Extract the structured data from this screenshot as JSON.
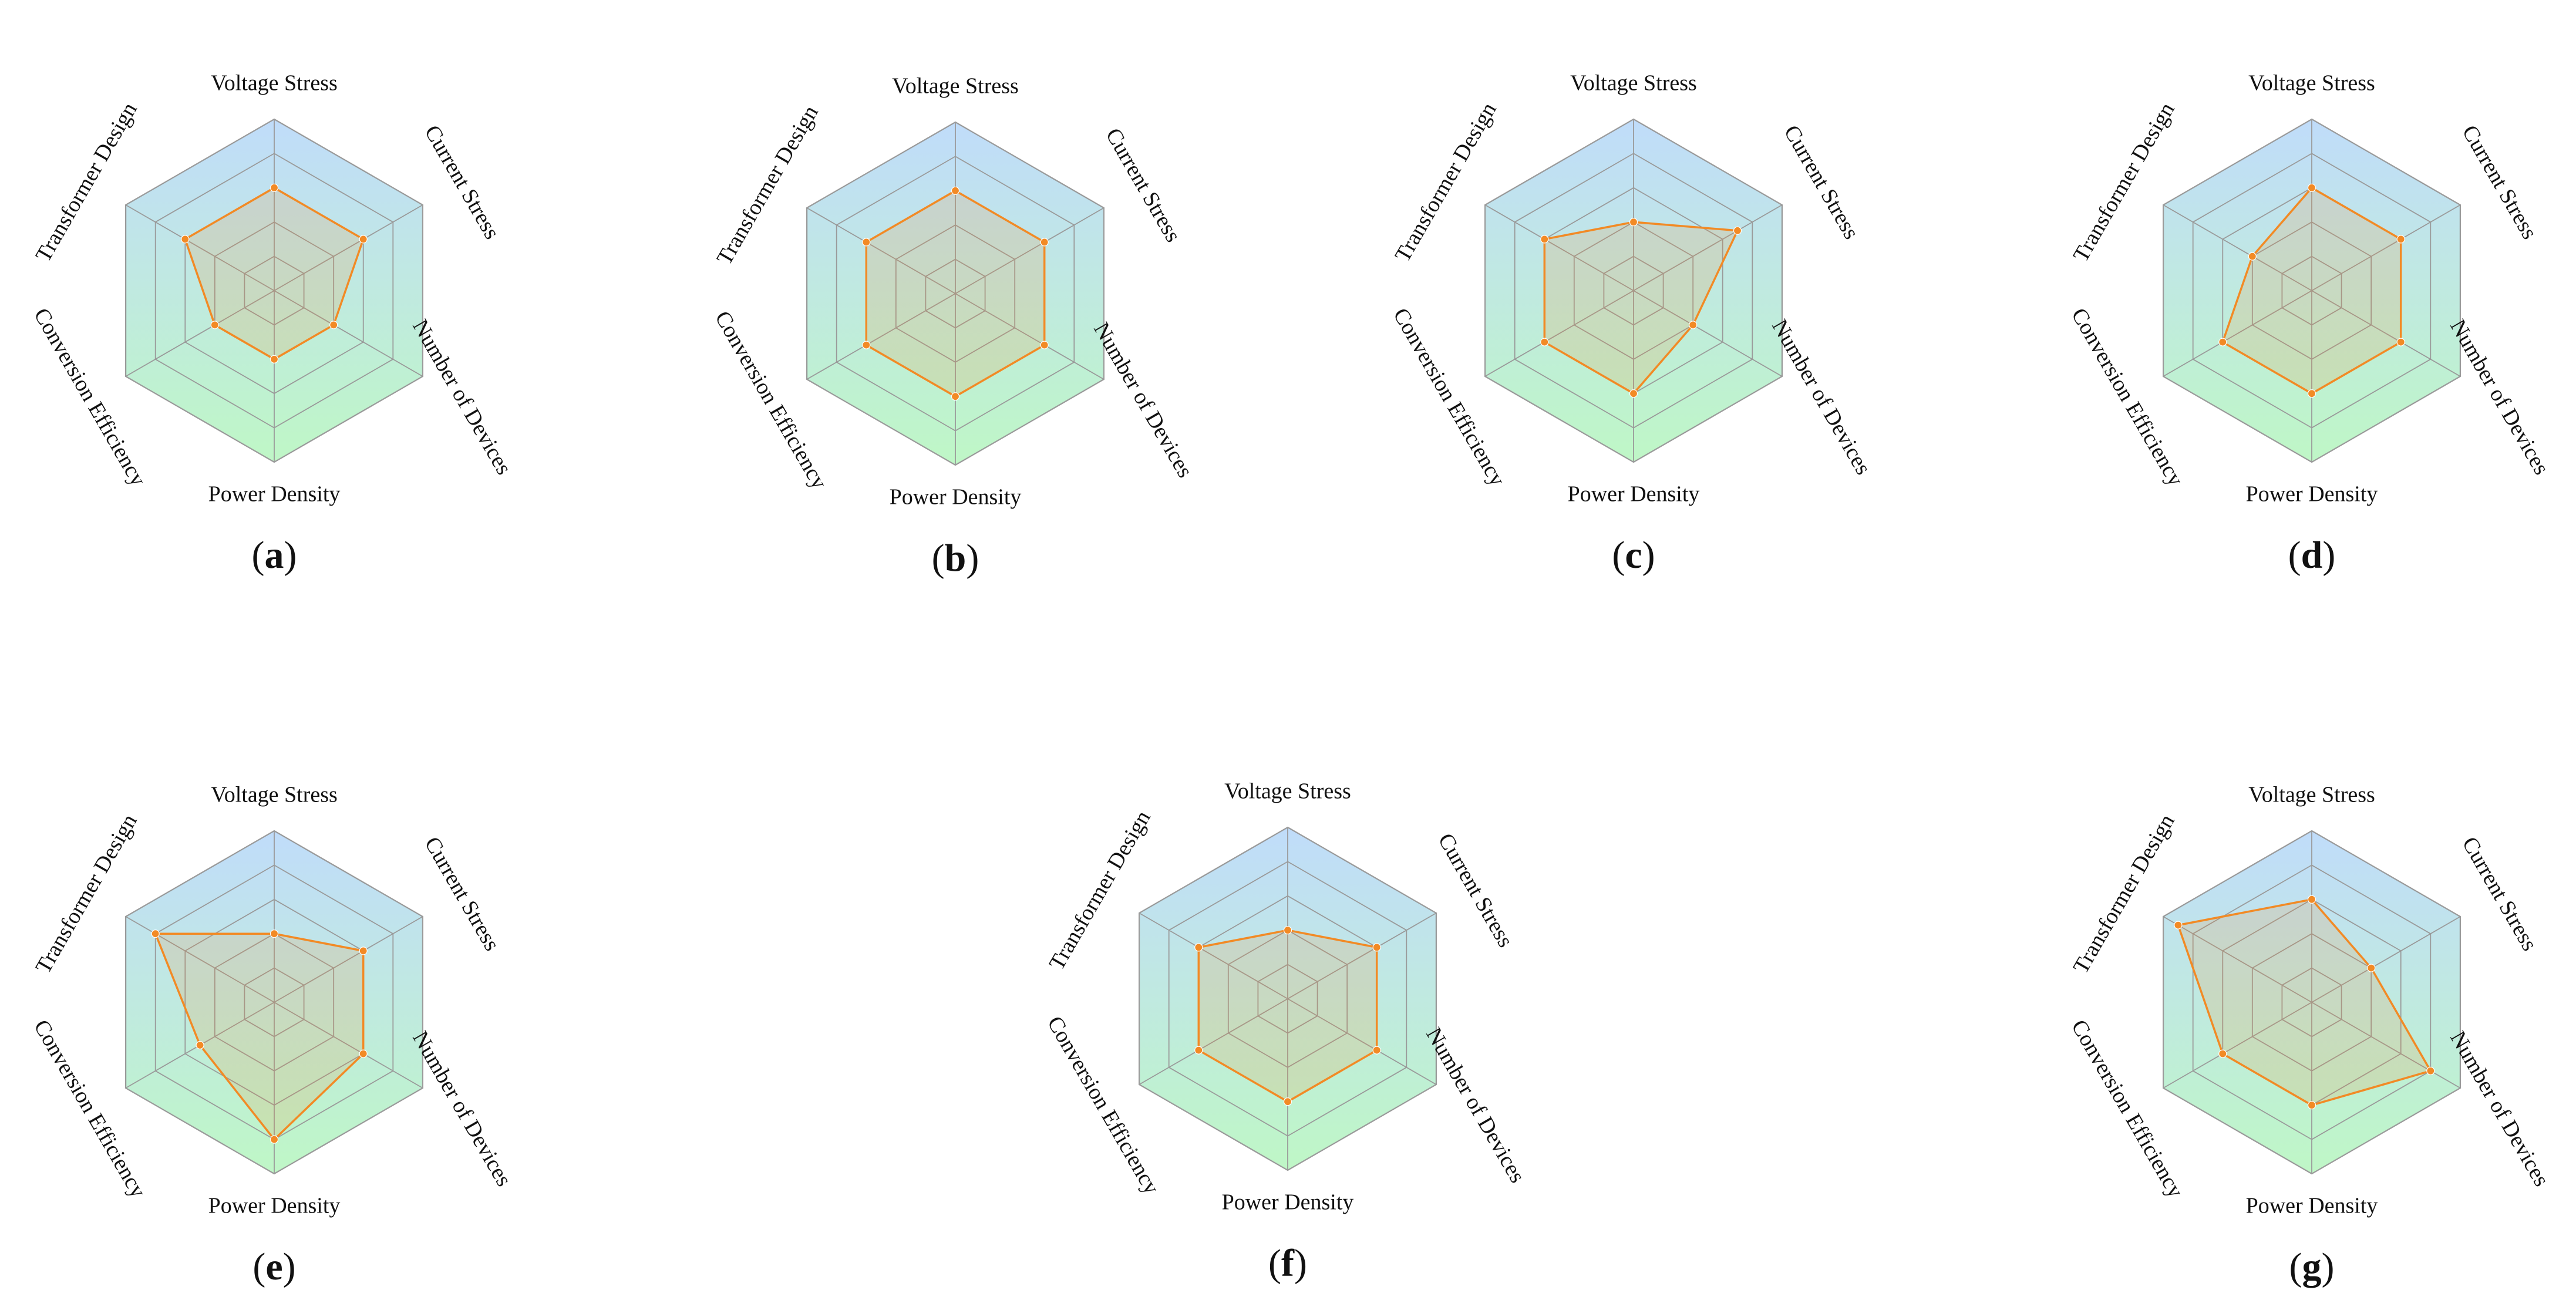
{
  "chart_data": [
    {
      "type": "radar",
      "panel_label": "a",
      "axes": [
        "Voltage Stress",
        "Current Stress",
        "Number of Devices",
        "Power Density",
        "Conversion Efficiency",
        "Transformer Design"
      ],
      "values": [
        3,
        3,
        2,
        2,
        2,
        3
      ],
      "rmax": 5,
      "rings": 5,
      "grid": true
    },
    {
      "type": "radar",
      "panel_label": "b",
      "axes": [
        "Voltage Stress",
        "Current Stress",
        "Number of Devices",
        "Power Density",
        "Conversion Efficiency",
        "Transformer Design"
      ],
      "values": [
        3,
        3,
        3,
        3,
        3,
        3
      ],
      "rmax": 5,
      "rings": 5,
      "grid": true
    },
    {
      "type": "radar",
      "panel_label": "c",
      "axes": [
        "Voltage Stress",
        "Current Stress",
        "Number of Devices",
        "Power Density",
        "Conversion Efficiency",
        "Transformer Design"
      ],
      "values": [
        2,
        3.5,
        2,
        3,
        3,
        3
      ],
      "rmax": 5,
      "rings": 5,
      "grid": true
    },
    {
      "type": "radar",
      "panel_label": "d",
      "axes": [
        "Voltage Stress",
        "Current Stress",
        "Number of Devices",
        "Power Density",
        "Conversion Efficiency",
        "Transformer Design"
      ],
      "values": [
        3,
        3,
        3,
        3,
        3,
        2
      ],
      "rmax": 5,
      "rings": 5,
      "grid": true
    },
    {
      "type": "radar",
      "panel_label": "e",
      "axes": [
        "Voltage Stress",
        "Current Stress",
        "Number of Devices",
        "Power Density",
        "Conversion Efficiency",
        "Transformer Design"
      ],
      "values": [
        2,
        3,
        3,
        4,
        2.5,
        4
      ],
      "rmax": 5,
      "rings": 5,
      "grid": true
    },
    {
      "type": "radar",
      "panel_label": "f",
      "axes": [
        "Voltage Stress",
        "Current Stress",
        "Number of Devices",
        "Power Density",
        "Conversion Efficiency",
        "Transformer Design"
      ],
      "values": [
        2,
        3,
        3,
        3,
        3,
        3
      ],
      "rmax": 5,
      "rings": 5,
      "grid": true
    },
    {
      "type": "radar",
      "panel_label": "g",
      "axes": [
        "Voltage Stress",
        "Current Stress",
        "Number of Devices",
        "Power Density",
        "Conversion Efficiency",
        "Transformer Design"
      ],
      "values": [
        3,
        2,
        4,
        3,
        3,
        4.5
      ],
      "rmax": 5,
      "rings": 5,
      "grid": true
    }
  ],
  "colors": {
    "series": "#f28a25",
    "grid": "#9a9a9a",
    "gradient_top": "#c0dcfa",
    "gradient_bottom": "#bff7c6",
    "text": "#111111"
  }
}
